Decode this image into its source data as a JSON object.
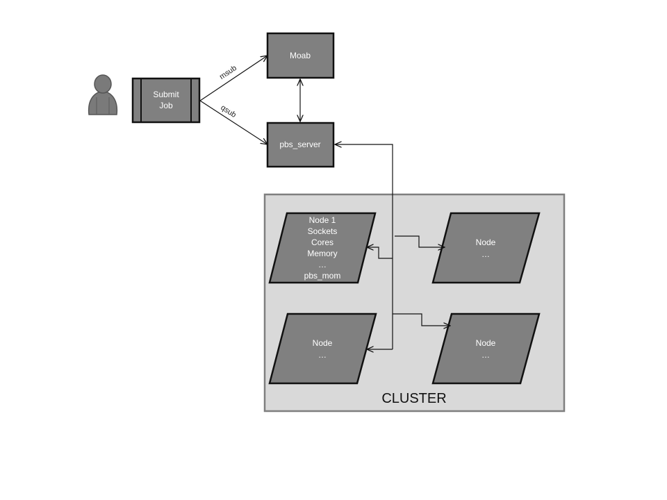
{
  "submit_job": {
    "lines": [
      "Submit",
      "Job"
    ]
  },
  "moab": {
    "label": "Moab"
  },
  "pbs_server": {
    "label": "pbs_server"
  },
  "edges": {
    "msub": "msub",
    "qsub": "qsub"
  },
  "cluster": {
    "label": "CLUSTER"
  },
  "nodes": [
    {
      "lines": [
        "Node 1",
        "Sockets",
        "Cores",
        "Memory",
        "…",
        "pbs_mom"
      ]
    },
    {
      "lines": [
        "Node",
        "…"
      ]
    },
    {
      "lines": [
        "Node",
        "…"
      ]
    },
    {
      "lines": [
        "Node",
        "…"
      ]
    }
  ],
  "colors": {
    "node_fill": "#808080",
    "cluster_fill": "#d9d9d9",
    "cluster_border": "#7f7f7f"
  }
}
